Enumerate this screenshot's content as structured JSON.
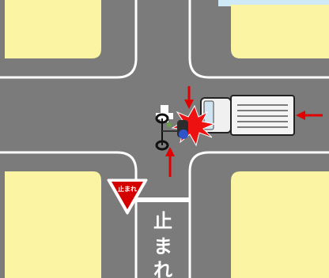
{
  "scene": {
    "colors": {
      "road": "#7b7b7b",
      "block": "#faf4a3",
      "curb": "#ffffff",
      "arrow": "#e00000",
      "impact": "#ee1111",
      "truck_body": "#f4f4f4",
      "truck_outline": "#222222",
      "sign_red": "#d40000"
    },
    "stop_sign": {
      "text": "止まれ"
    },
    "road_marking": {
      "chars": [
        "止",
        "ま",
        "れ"
      ]
    },
    "icons": [
      "bicycle-icon",
      "truck-icon",
      "collision-burst-icon",
      "arrow-up-icon",
      "arrow-left-icon",
      "stop-sign-icon"
    ]
  }
}
